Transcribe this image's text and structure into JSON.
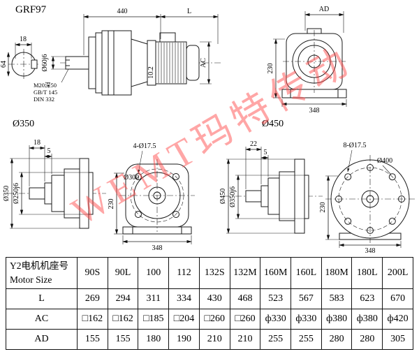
{
  "title": "GRF97",
  "watermark": "WEMT玛特传动",
  "top": {
    "dim_440": "440",
    "dim_L": "L",
    "dim_AD": "AD",
    "shaft_key_width": "18",
    "shaft_dia": "Ø60j6",
    "shaft_height": "64",
    "thread_line1": "M20深50",
    "thread_line2": "GB/T 145",
    "thread_line3": "DIN 332",
    "dim_10_2": "10.2",
    "dim_AC": "AC",
    "dim_230": "230",
    "dim_348": "348"
  },
  "flange350": {
    "title": "Ø350",
    "dim_18": "18",
    "dim_5": "5",
    "flange_od": "Ø350",
    "spigot_dia": "Ø250j6",
    "bolt_holes": "4-Ø17.5",
    "bolt_circle": "Ø300",
    "dim_230": "230",
    "dim_348": "348"
  },
  "flange450": {
    "title": "Ø450",
    "dim_22": "22",
    "dim_5": "5",
    "flange_od": "Ø450",
    "spigot_dia": "Ø350j6",
    "bolt_holes": "8-Ø17.5",
    "bolt_circle": "Ø400",
    "dim_230": "230",
    "dim_348": "348"
  },
  "table": {
    "header_cn": "Y2电机机座号",
    "header_en": "Motor Size",
    "columns": [
      "90S",
      "90L",
      "100",
      "112",
      "132S",
      "132M",
      "160M",
      "160L",
      "180M",
      "180L",
      "200L"
    ],
    "rows": [
      {
        "label": "L",
        "values": [
          "269",
          "294",
          "311",
          "334",
          "430",
          "468",
          "523",
          "567",
          "583",
          "623",
          "670"
        ]
      },
      {
        "label": "AC",
        "values": [
          "□162",
          "□162",
          "□185",
          "□204",
          "□260",
          "□260",
          "ф330",
          "ф330",
          "ф380",
          "ф380",
          "ф420"
        ]
      },
      {
        "label": "AD",
        "values": [
          "155",
          "155",
          "180",
          "190",
          "210",
          "210",
          "255",
          "255",
          "280",
          "280",
          "305"
        ]
      }
    ]
  }
}
